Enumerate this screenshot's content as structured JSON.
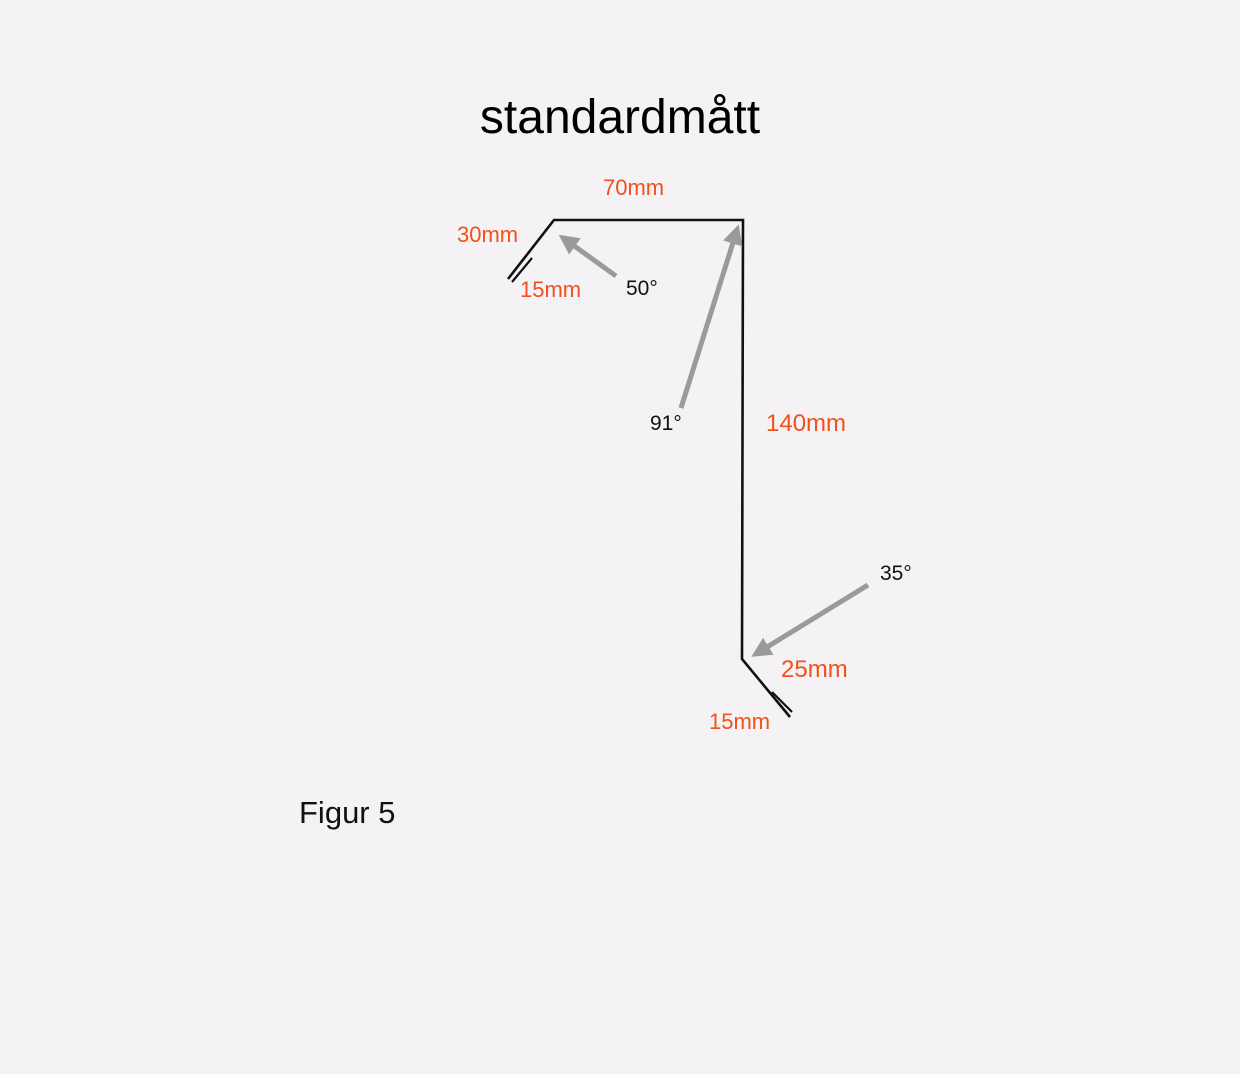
{
  "title": "standardmått",
  "caption": "Figur 5",
  "colors": {
    "background": "#f4f2f5",
    "profile_line": "#111111",
    "dimension_text": "#f2501c",
    "angle_text": "#111111",
    "arrow": "#9b999c"
  },
  "dimensions": {
    "top_flange": "70mm",
    "left_slope": "30mm",
    "left_hem": "15mm",
    "vertical_web": "140mm",
    "bottom_slope": "25mm",
    "bottom_hem": "15mm"
  },
  "angles": {
    "top_left": "50°",
    "top_right": "91°",
    "bottom": "35°"
  }
}
